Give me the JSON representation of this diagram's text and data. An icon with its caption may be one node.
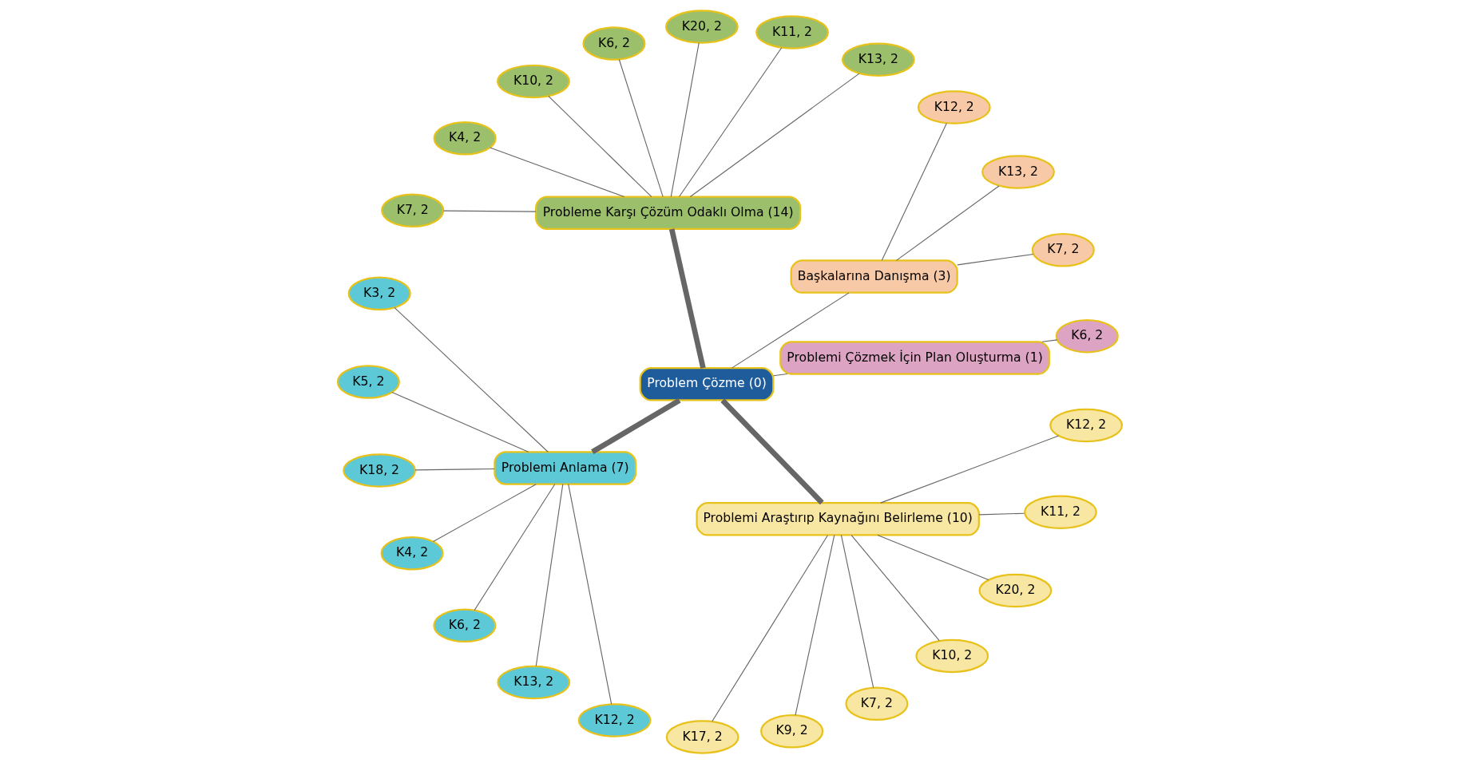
{
  "diagram": {
    "nodes": [
      {
        "text": [
          "Problem Çözme (0)"
        ]
      },
      {
        "text": [
          "Problemi Çözmek İçin Plan Oluşturma (1)"
        ]
      },
      {
        "text": [
          "K6, 2"
        ]
      },
      {
        "text": [
          "Başkalarına Danışma (3)"
        ]
      },
      {
        "text": [
          "K7, 2"
        ]
      },
      {
        "text": [
          "K13, 2"
        ]
      },
      {
        "text": [
          "K12, 2"
        ]
      },
      {
        "text": [
          "Probleme Karşı Çözüm Odaklı Olma (14)"
        ]
      },
      {
        "text": [
          "K13, 2"
        ]
      },
      {
        "text": [
          "K11, 2"
        ]
      },
      {
        "text": [
          "K20, 2"
        ]
      },
      {
        "text": [
          "K6, 2"
        ]
      },
      {
        "text": [
          "K10, 2"
        ]
      },
      {
        "text": [
          "K4, 2"
        ]
      },
      {
        "text": [
          "K7, 2"
        ]
      },
      {
        "text": [
          "Problemi Anlama (7)"
        ]
      },
      {
        "text": [
          "K3, 2"
        ]
      },
      {
        "text": [
          "K5, 2"
        ]
      },
      {
        "text": [
          "K18, 2"
        ]
      },
      {
        "text": [
          "K4, 2"
        ]
      },
      {
        "text": [
          "K6, 2"
        ]
      },
      {
        "text": [
          "K13, 2"
        ]
      },
      {
        "text": [
          "K12, 2"
        ]
      },
      {
        "text": [
          "Problemi Araştırıp Kaynağını Belirleme (10)"
        ]
      },
      {
        "text": [
          "K17, 2"
        ]
      },
      {
        "text": [
          "K9, 2"
        ]
      },
      {
        "text": [
          "K7, 2"
        ]
      },
      {
        "text": [
          "K10, 2"
        ]
      },
      {
        "text": [
          "K20, 2"
        ]
      },
      {
        "text": [
          "K11, 2"
        ]
      },
      {
        "text": [
          "K12, 2"
        ]
      }
    ],
    "edges": [
      {
        "from": 0,
        "to": 1,
        "arrow": "none"
      },
      {
        "from": 1,
        "to": 2,
        "arrow": "none"
      },
      {
        "from": 0,
        "to": 3,
        "arrow": "none"
      },
      {
        "from": 3,
        "to": 4,
        "arrow": "none"
      },
      {
        "from": 3,
        "to": 5,
        "arrow": "none"
      },
      {
        "from": 3,
        "to": 6,
        "arrow": "none"
      },
      {
        "from": 0,
        "to": 7,
        "arrow": "none",
        "style": "thick"
      },
      {
        "from": 7,
        "to": 8,
        "arrow": "none"
      },
      {
        "from": 7,
        "to": 9,
        "arrow": "none"
      },
      {
        "from": 7,
        "to": 10,
        "arrow": "none"
      },
      {
        "from": 7,
        "to": 11,
        "arrow": "none"
      },
      {
        "from": 7,
        "to": 12,
        "arrow": "none"
      },
      {
        "from": 7,
        "to": 13,
        "arrow": "none"
      },
      {
        "from": 7,
        "to": 14,
        "arrow": "none"
      },
      {
        "from": 0,
        "to": 15,
        "arrow": "none",
        "style": "thick"
      },
      {
        "from": 15,
        "to": 16,
        "arrow": "none"
      },
      {
        "from": 15,
        "to": 17,
        "arrow": "none"
      },
      {
        "from": 15,
        "to": 18,
        "arrow": "none"
      },
      {
        "from": 15,
        "to": 19,
        "arrow": "none"
      },
      {
        "from": 15,
        "to": 20,
        "arrow": "none"
      },
      {
        "from": 15,
        "to": 21,
        "arrow": "none"
      },
      {
        "from": 15,
        "to": 22,
        "arrow": "none"
      },
      {
        "from": 0,
        "to": 23,
        "arrow": "none",
        "style": "thick"
      },
      {
        "from": 23,
        "to": 24,
        "arrow": "none"
      },
      {
        "from": 23,
        "to": 25,
        "arrow": "none"
      },
      {
        "from": 23,
        "to": 26,
        "arrow": "none"
      },
      {
        "from": 23,
        "to": 27,
        "arrow": "none"
      },
      {
        "from": 23,
        "to": 28,
        "arrow": "none"
      },
      {
        "from": 23,
        "to": 29,
        "arrow": "none"
      },
      {
        "from": 23,
        "to": 30,
        "arrow": "none"
      }
    ]
  }
}
